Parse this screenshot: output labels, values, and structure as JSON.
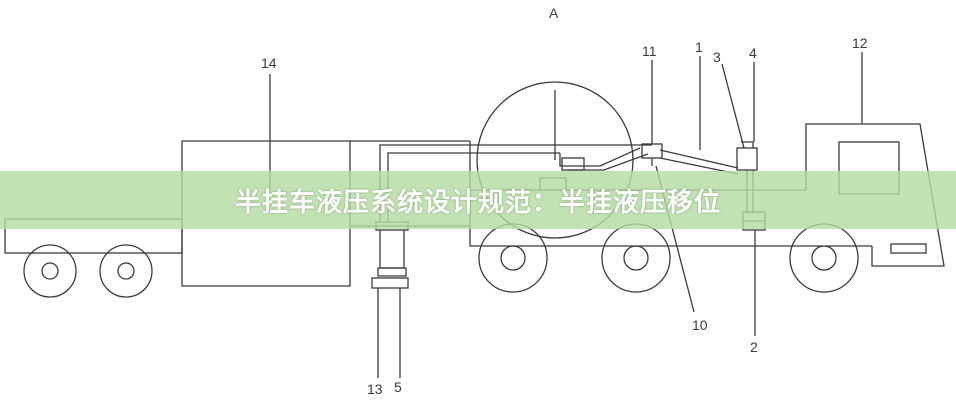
{
  "diagram": {
    "labels": {
      "A": "A",
      "n1": "1",
      "n2": "2",
      "n3": "3",
      "n4": "4",
      "n5": "5",
      "n10": "10",
      "n11": "11",
      "n12": "12",
      "n13": "13",
      "n14": "14"
    }
  },
  "banner": {
    "text": "半挂车液压系统设计规范：半挂液压移位"
  },
  "colors": {
    "line": "#3a3a3a",
    "banner": "#b5dca3",
    "background": "#ffffff"
  }
}
